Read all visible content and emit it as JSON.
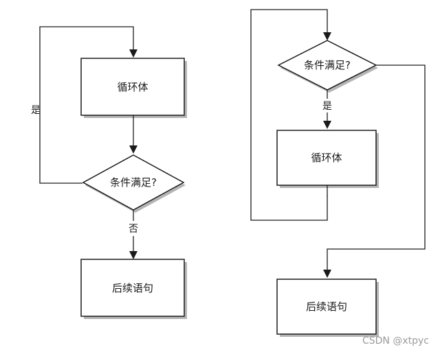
{
  "left_flow": {
    "loop_body": "循环体",
    "condition": "条件满足?",
    "yes_label": "是",
    "no_label": "否",
    "next_statement": "后续语句"
  },
  "right_flow": {
    "condition": "条件满足?",
    "yes_label": "是",
    "loop_body": "循环体",
    "next_statement": "后续语句"
  },
  "watermark": "CSDN @xtpyc"
}
